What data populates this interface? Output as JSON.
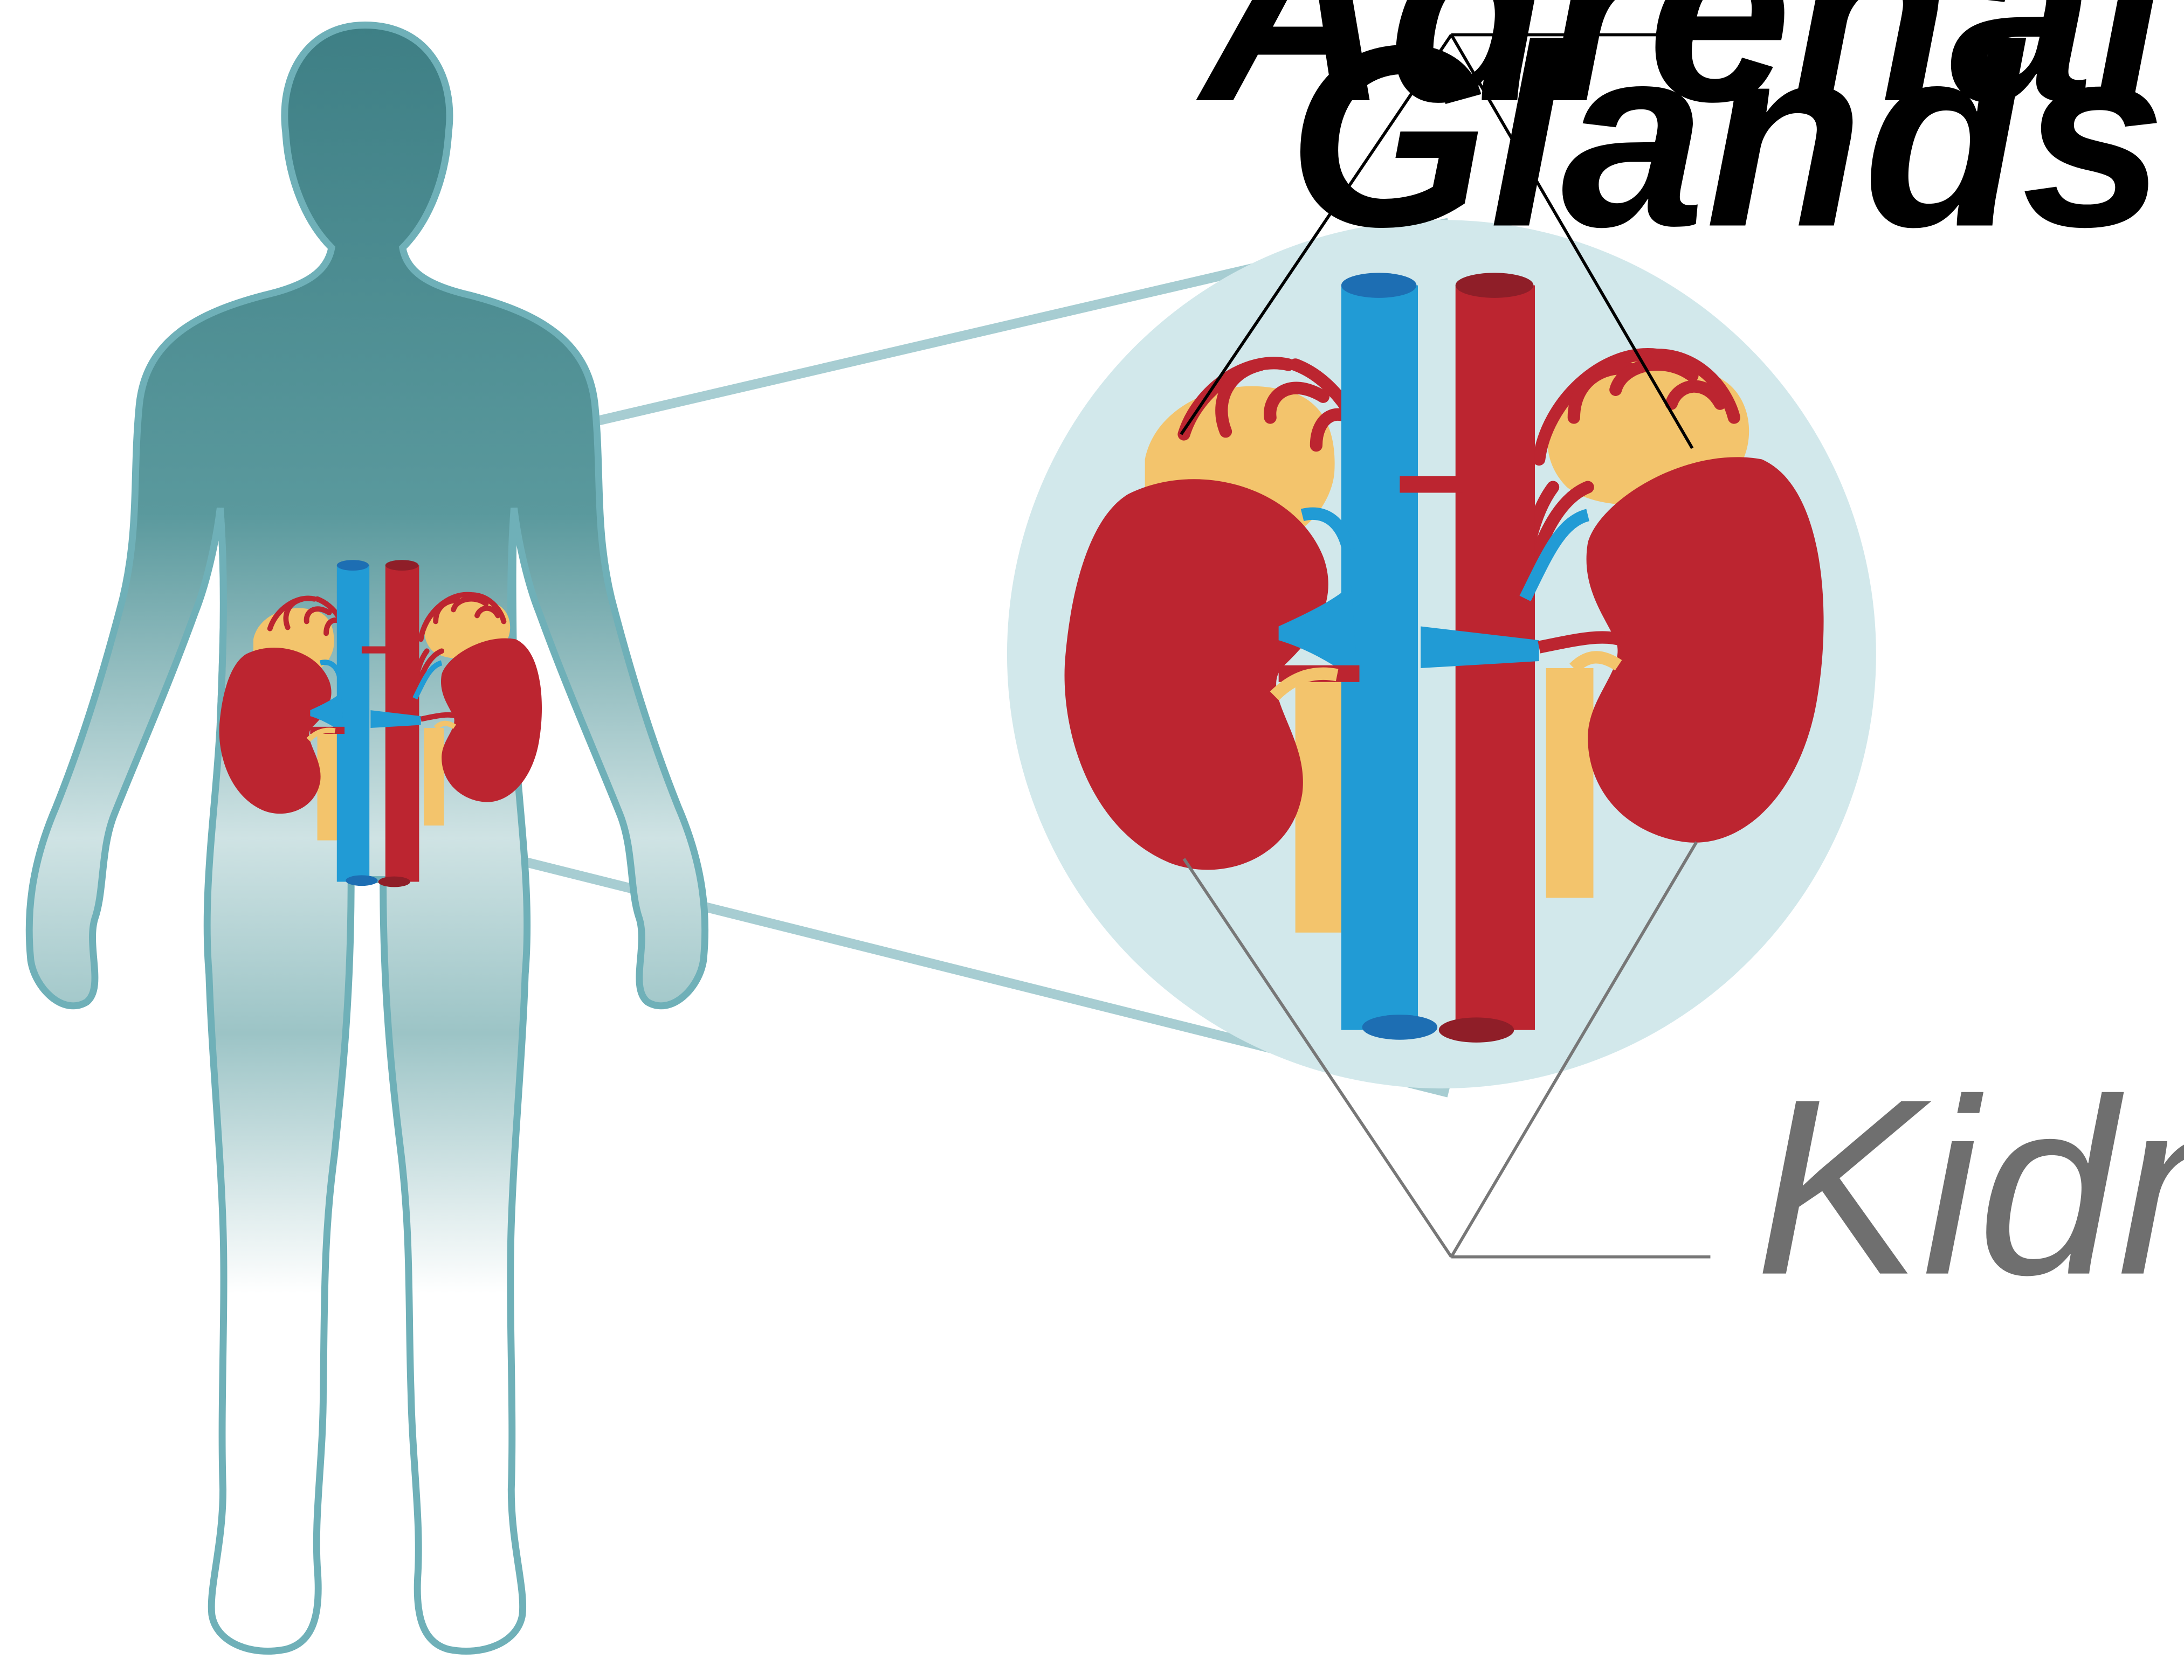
{
  "labels": {
    "adrenal_line1": "Adrenal",
    "adrenal_line2": "Glands",
    "kidneys": "Kidneys"
  },
  "colors": {
    "body_fill": "#4a8c91",
    "body_outline": "#6fb0b8",
    "zoom_circle": "#d2e8eb",
    "kidney_red": "#bc2530",
    "adrenal_yellow": "#f3c46c",
    "vein_blue": "#219bd5",
    "artery_red": "#bc2530",
    "adrenal_leader": "#000000",
    "kidney_leader": "#777777"
  },
  "icons": {
    "body": "human-silhouette-icon",
    "organs": "kidneys-adrenal-glands-icon"
  }
}
